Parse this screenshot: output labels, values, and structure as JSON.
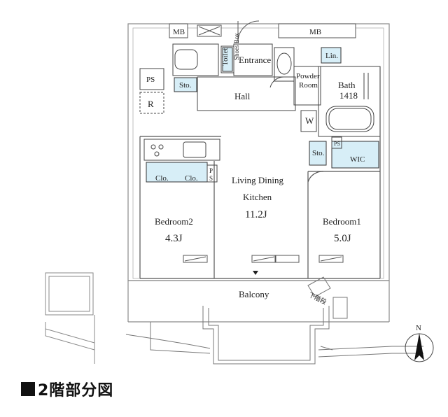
{
  "rooms": {
    "entrance": "Entrance",
    "toilet": "Toilet",
    "shoes_box": "Shoes Box",
    "hall": "Hall",
    "powder_room_1": "Powder",
    "powder_room_2": "Room",
    "bath_1": "Bath",
    "bath_2": "1418",
    "ldk_1": "Living Dining",
    "ldk_2": "Kitchen",
    "ldk_size": "11.2J",
    "bedroom1": "Bedroom1",
    "bedroom1_size": "5.0J",
    "bedroom2": "Bedroom2",
    "bedroom2_size": "4.3J",
    "balcony": "Balcony",
    "wic": "WIC"
  },
  "fixtures": {
    "mb": "MB",
    "ps": "PS",
    "r": "R",
    "sto": "Sto.",
    "lin": "Lin.",
    "w": "W",
    "clo": "Clo.",
    "p": "P",
    "s": "S"
  },
  "notes": {
    "escape_hatch": "下階段",
    "north": "N"
  },
  "caption": "2階部分図",
  "colors": {
    "storage": "#d7eef7",
    "wall": "#9a9a9a",
    "line": "#333333"
  }
}
